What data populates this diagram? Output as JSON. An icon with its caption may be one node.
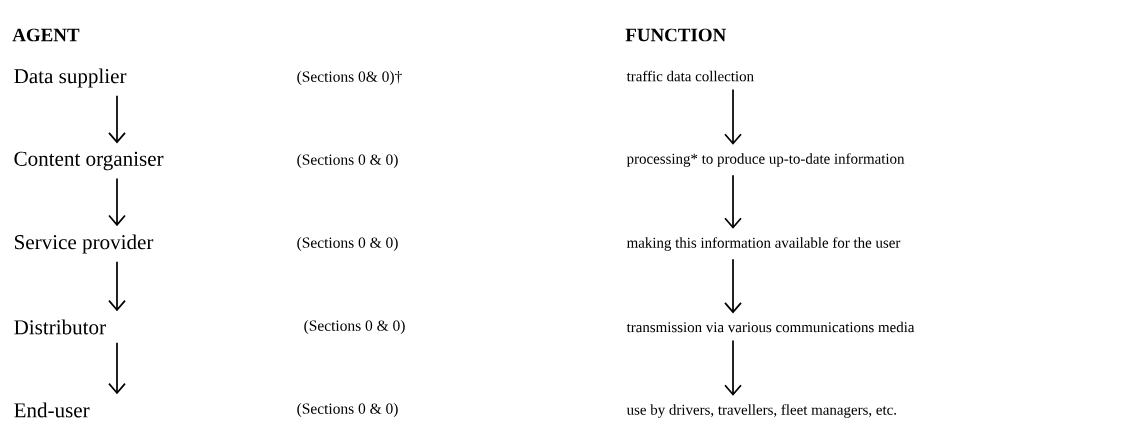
{
  "diagram": {
    "nodes": [
      {
        "text": [
          "Data supplier"
        ],
        "beside": [
          "(Sections 0& 0)†"
        ]
      },
      {
        "text": [
          "Content organiser"
        ],
        "beside": [
          "(Sections 0 & 0)"
        ]
      },
      {
        "text": [
          "Service provider"
        ],
        "beside": [
          "(Sections 0 & 0)"
        ]
      },
      {
        "text": [
          "Distributor"
        ],
        "beside": [
          "(Sections 0 & 0)"
        ]
      },
      {
        "text": [
          "End-user"
        ],
        "beside": [
          "(Sections 0 & 0)"
        ]
      },
      {
        "text": [
          "traffic data collection"
        ]
      },
      {
        "text": [
          "processing* to produce up-to-date information"
        ]
      },
      {
        "text": [
          "making this information available for the user"
        ]
      },
      {
        "text": [
          "transmission via various communications media"
        ]
      },
      {
        "text": [
          "use by drivers, travellers, fleet managers, etc."
        ]
      }
    ],
    "edges": [
      {
        "from": 0,
        "to": 1,
        "arrow": "to"
      },
      {
        "from": 1,
        "to": 2,
        "arrow": "to"
      },
      {
        "from": 2,
        "to": 3,
        "arrow": "to"
      },
      {
        "from": 3,
        "to": 4,
        "arrow": "to"
      },
      {
        "from": 5,
        "to": 6,
        "arrow": "to"
      },
      {
        "from": 6,
        "to": 7,
        "arrow": "to"
      },
      {
        "from": 7,
        "to": 8,
        "arrow": "to"
      },
      {
        "from": 8,
        "to": 9,
        "arrow": "to"
      }
    ],
    "labels": [
      "AGENT",
      "FUNCTION"
    ]
  }
}
